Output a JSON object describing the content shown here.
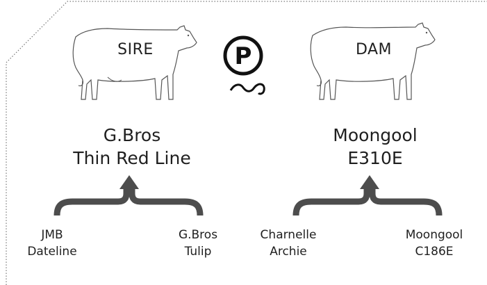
{
  "colors": {
    "ink": "#3a3a3a",
    "bracket": "#4d4d4d",
    "border": "#777777"
  },
  "icons": {
    "sire": "bull-outline-icon",
    "dam": "cow-outline-icon",
    "center": "circled-p-with-rope-icon"
  },
  "sire": {
    "tag": "SIRE",
    "name_line1": "G.Bros",
    "name_line2": "Thin Red Line",
    "parents": [
      {
        "line1": "JMB",
        "line2": "Dateline"
      },
      {
        "line1": "G.Bros",
        "line2": "Tulip"
      }
    ]
  },
  "dam": {
    "tag": "DAM",
    "name_line1": "Moongool",
    "name_line2": "E310E",
    "parents": [
      {
        "line1": "Charnelle",
        "line2": "Archie"
      },
      {
        "line1": "Moongool",
        "line2": "C186E"
      }
    ]
  },
  "center_symbol": "P"
}
